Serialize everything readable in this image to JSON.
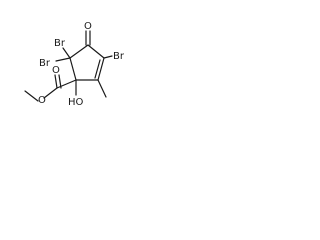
{
  "molecule": {
    "atoms": {
      "br_top_left": "Br",
      "br_top_right": "Br",
      "br_bottom_left": "Br",
      "oxo_o": "O",
      "ester_o_carbonyl": "O",
      "ester_o_methoxy": "O",
      "hydroxyl": "HO"
    }
  }
}
